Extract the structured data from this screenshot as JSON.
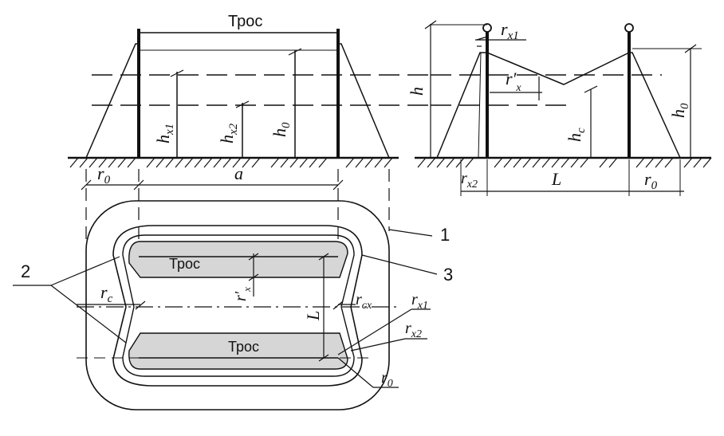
{
  "labels": {
    "tros": "Трос",
    "h": "h",
    "hx1": "h",
    "hx1_sub": "x1",
    "hx2": "h",
    "hx2_sub": "x2",
    "h0": "h",
    "h0_sub": "0",
    "hc": "h",
    "hc_sub": "c",
    "r0": "r",
    "r0_sub": "0",
    "a": "a",
    "rx1": "r",
    "rx1_sub": "x1",
    "rx2": "r",
    "rx2_sub": "x2",
    "rx_prime": "r′",
    "rx_prime_sub": "x",
    "L": "L",
    "rc": "r",
    "rc_sub": "c",
    "rcx": "r",
    "rcx_sub": "cx",
    "n1": "1",
    "n2": "2",
    "n3": "3"
  },
  "colors": {
    "ink": "#111111",
    "zone_fill": "#d6d6d6"
  }
}
